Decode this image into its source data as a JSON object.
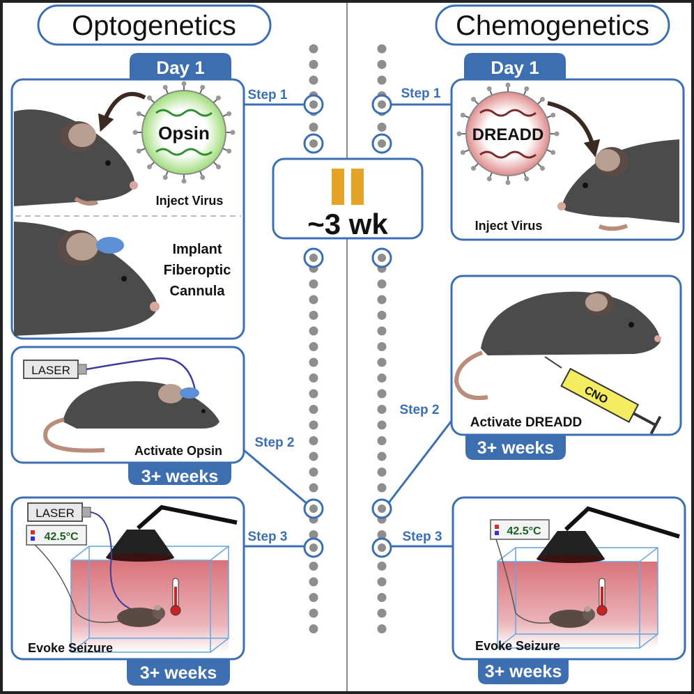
{
  "colors": {
    "frame": "#222222",
    "box_border": "#3b6fb4",
    "tag_fill": "#3d6fb0",
    "dot": "#8e8e8e",
    "wait_bar": "#e3a428",
    "mouse": "#4b4b4b",
    "ear": "#b89f92",
    "tail": "#b88d7c",
    "heat": "#d9636b",
    "opsin_glow": "#9fdc7a",
    "dreadd_glow": "#e08b8b",
    "fiber": "#3d3d9a"
  },
  "optogenetics": {
    "title": "Optogenetics",
    "day_label": "Day 1",
    "step1_label": "Step 1",
    "step2_label": "Step 2",
    "step3_label": "Step 3",
    "virus_label": "Opsin",
    "inject_caption": "Inject Virus",
    "implant_line1": "Implant",
    "implant_line2": "Fiberoptic",
    "implant_line3": "Cannula",
    "laser_label": "LASER",
    "activate_caption": "Activate Opsin",
    "duration_step2": "3+ weeks",
    "laser_label_step3": "LASER",
    "temperature": "42.5°C",
    "seizure_caption": "Evoke Seizure",
    "duration_step3": "3+ weeks"
  },
  "chemogenetics": {
    "title": "Chemogenetics",
    "day_label": "Day 1",
    "step1_label": "Step 1",
    "step2_label": "Step 2",
    "step3_label": "Step 3",
    "virus_label": "DREADD",
    "inject_caption": "Inject Virus",
    "syringe_label": "CNO",
    "activate_caption": "Activate DREADD",
    "duration_step2": "3+ weeks",
    "temperature": "42.5°C",
    "seizure_caption": "Evoke Seizure",
    "duration_step3": "3+ weeks"
  },
  "wait": {
    "duration": "~3 wk"
  }
}
